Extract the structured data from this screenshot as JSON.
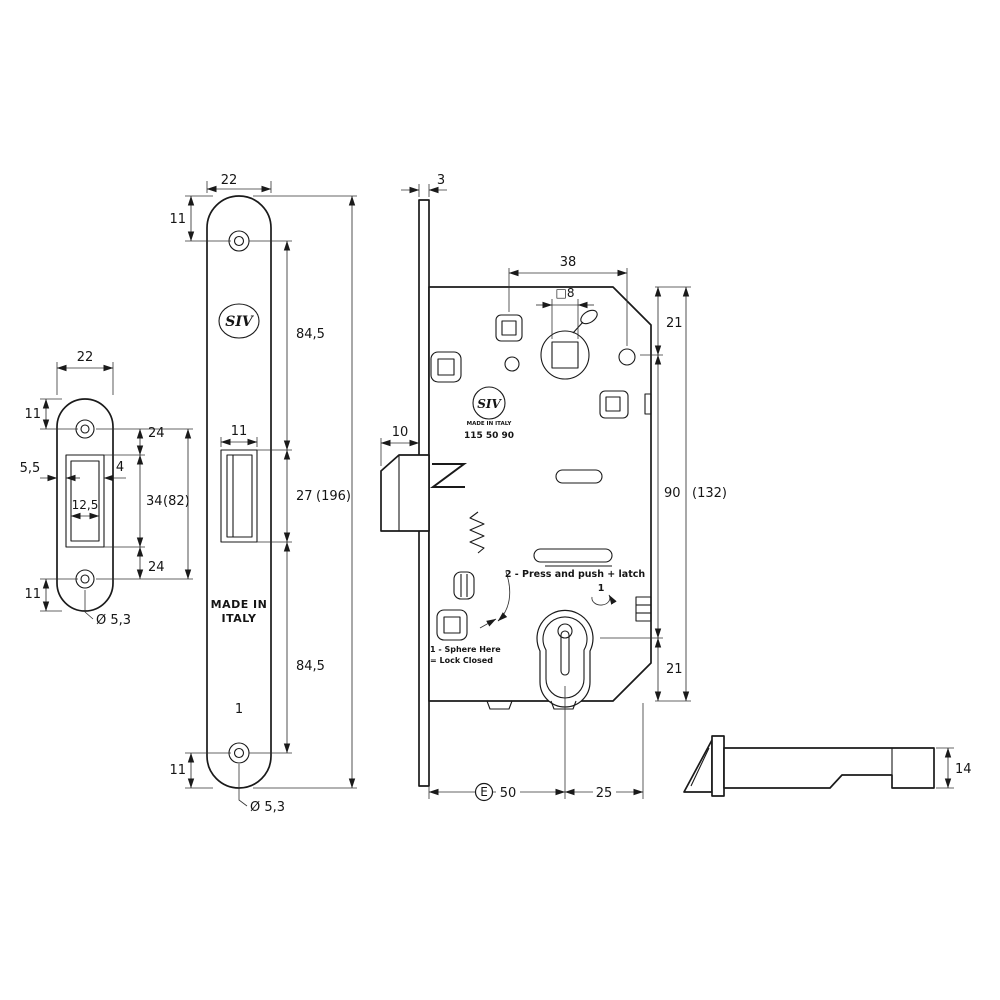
{
  "strike_plate": {
    "dim_width": "22",
    "dim_hole_top": "11",
    "dim_lip": "5,5",
    "dim_side": "4",
    "dim_box_width": "12,5",
    "dim_span_top": "24",
    "dim_box_height": "34",
    "dim_overall": "(82)",
    "dim_span_bottom": "24",
    "dim_hole_bottom": "11",
    "dim_hole_dia": "Ø 5,3"
  },
  "faceplate": {
    "dim_width": "22",
    "dim_hole_top": "11",
    "dim_span_top": "84,5",
    "dim_latch_width": "11",
    "dim_latch_height": "27",
    "dim_overall": "(196)",
    "dim_span_bottom": "84,5",
    "dim_hole_bottom": "11",
    "dim_hole_dia": "Ø 5,3",
    "logo": "SIV",
    "made_in_line1": "MADE IN",
    "made_in_line2": "ITALY",
    "variant_number": "1"
  },
  "lock_body": {
    "dim_plate_thickness": "3",
    "dim_follower_offset": "38",
    "dim_spindle_square": "□8",
    "dim_latch_projection": "10",
    "logo": "SIV",
    "logo_made_in": "MADE IN ITALY",
    "model_code": "115 50 90",
    "note_press": "2 - Press and push + latch",
    "note_turn_number": "1",
    "note_sphere_line1": "1 - Sphere Here",
    "note_sphere_line2": "= Lock Closed",
    "dim_top_margin": "21",
    "dim_centers": "90",
    "dim_overall": "(132)",
    "dim_bottom_margin": "21",
    "backset_label": "E",
    "backset_value": "50",
    "dim_cylinder_to_edge": "25"
  },
  "latch_bolt": {
    "dim_height": "14"
  }
}
